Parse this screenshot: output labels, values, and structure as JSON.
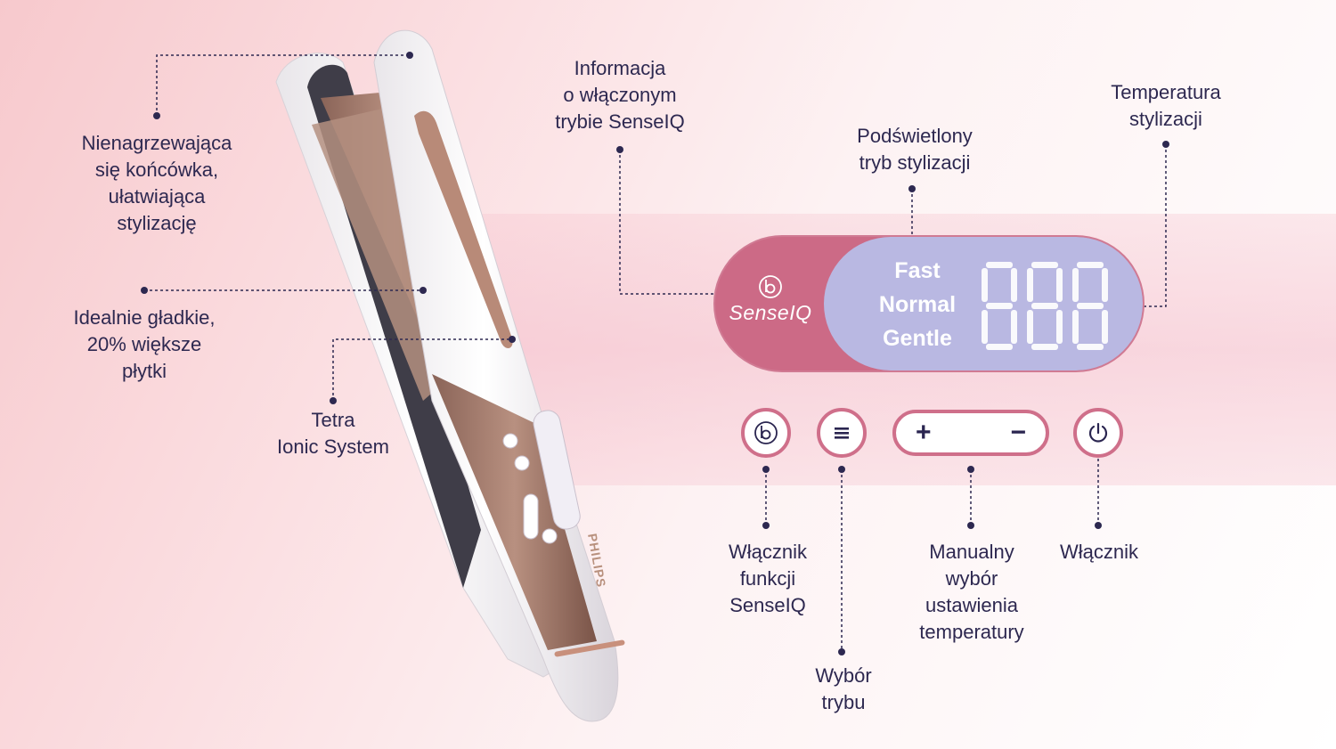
{
  "colors": {
    "accent_pink": "#cc6a86",
    "screen_lavender": "#b9b8e2",
    "text_navy": "#2d2850"
  },
  "labels": {
    "tip": [
      "Nienagrzewająca",
      "się końcówka,",
      "ułatwiająca",
      "stylizację"
    ],
    "plates": [
      "Idealnie gładkie,",
      "20% większe",
      "płytki"
    ],
    "ionic": [
      "Tetra",
      "Ionic System"
    ],
    "senseiq_info": [
      "Informacja",
      "o włączonym",
      "trybie SenseIQ"
    ],
    "lit_mode": [
      "Podświetlony",
      "tryb stylizacji"
    ],
    "temperature": [
      "Temperatura",
      "stylizacji"
    ],
    "senseiq_switch": [
      "Włącznik",
      "funkcji",
      "SenseIQ"
    ],
    "mode_select": [
      "Wybór",
      "trybu"
    ],
    "manual_temp": [
      "Manualny",
      "wybór",
      "ustawienia",
      "temperatury"
    ],
    "power": [
      "Włącznik"
    ]
  },
  "display": {
    "logo_text": "SenseIQ",
    "modes": [
      "Fast",
      "Normal",
      "Gentle"
    ]
  },
  "buttons": {
    "plus": "+",
    "minus": "−"
  },
  "device": {
    "brand": "PHILIPS"
  },
  "icons": {
    "senseiq": "senseiq-icon",
    "mode": "menu-icon",
    "power": "power-icon"
  }
}
